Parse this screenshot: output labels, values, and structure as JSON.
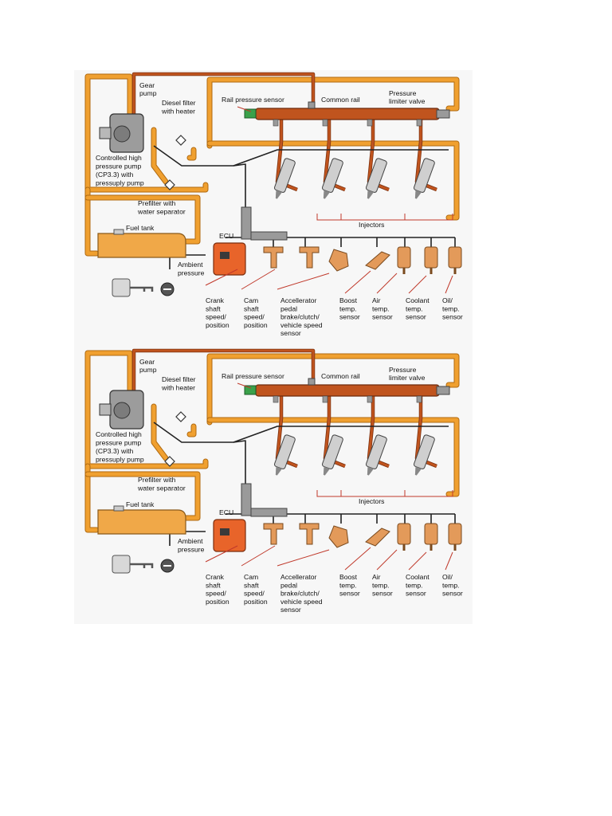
{
  "panels": [
    {
      "labels": {
        "gear_pump": [
          "Gear",
          "pump"
        ],
        "diesel_filter": [
          "Diesel filter",
          "with heater"
        ],
        "rail_pressure_sensor": [
          "Rail pressure sensor"
        ],
        "common_rail": [
          "Common rail"
        ],
        "pressure_limiter": [
          "Pressure",
          "limiter valve"
        ],
        "hp_pump": [
          "Controlled high",
          "pressure pump",
          "(CP3.3) with",
          "pressuply pump"
        ],
        "prefilter": [
          "Prefilter with",
          "water separator"
        ],
        "fuel_tank": [
          "Fuel tank"
        ],
        "ecu": [
          "ECU"
        ],
        "ambient": [
          "Ambient",
          "pressure"
        ],
        "injectors": [
          "Injectors"
        ],
        "crank": [
          "Crank",
          "shaft",
          "speed/",
          "position"
        ],
        "cam": [
          "Cam",
          "shaft",
          "speed/",
          "position"
        ],
        "accel": [
          "Accellerator",
          "pedal",
          "brake/clutch/",
          "vehicle speed",
          "sensor"
        ],
        "boost": [
          "Boost",
          "temp.",
          "sensor"
        ],
        "air": [
          "Air",
          "temp.",
          "sensor"
        ],
        "coolant": [
          "Coolant",
          "temp.",
          "sensor"
        ],
        "oil": [
          "Oil/",
          "temp.",
          "sensor"
        ]
      }
    },
    {
      "labels": {
        "gear_pump": [
          "Gear",
          "pump"
        ],
        "diesel_filter": [
          "Diesel filter",
          "with heater"
        ],
        "rail_pressure_sensor": [
          "Rail pressure sensor"
        ],
        "common_rail": [
          "Common rail"
        ],
        "pressure_limiter": [
          "Pressure",
          "limiter valve"
        ],
        "hp_pump": [
          "Controlled high",
          "pressure pump",
          "(CP3.3) with",
          "pressuply pump"
        ],
        "prefilter": [
          "Prefilter with",
          "water separator"
        ],
        "fuel_tank": [
          "Fuel tank"
        ],
        "ecu": [
          "ECU"
        ],
        "ambient": [
          "Ambient",
          "pressure"
        ],
        "injectors": [
          "Injectors"
        ],
        "crank": [
          "Crank",
          "shaft",
          "speed/",
          "position"
        ],
        "cam": [
          "Cam",
          "shaft",
          "speed/",
          "position"
        ],
        "accel": [
          "Accellerator",
          "pedal",
          "brake/clutch/",
          "vehicle speed",
          "sensor"
        ],
        "boost": [
          "Boost",
          "temp.",
          "sensor"
        ],
        "air": [
          "Air",
          "temp.",
          "sensor"
        ],
        "coolant": [
          "Coolant",
          "temp.",
          "sensor"
        ],
        "oil": [
          "Oil/",
          "temp.",
          "sensor"
        ]
      }
    }
  ],
  "colors": {
    "low_pressure_line": "#f0a030",
    "low_pressure_outline": "#b06a10",
    "high_pressure_line": "#c0541e",
    "rail": "#c0541e",
    "ecu": "#e8642a",
    "sensor": "#e39a5a",
    "wire": "#222222",
    "leader": "#c0392b",
    "tank": "#f0a848"
  }
}
